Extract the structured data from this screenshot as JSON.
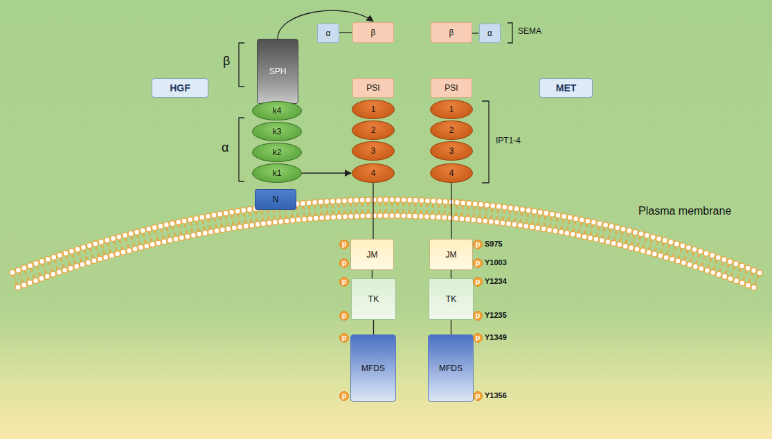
{
  "diagram": {
    "nodes": [
      {
        "text": [
          "SPH"
        ]
      },
      {
        "text": [
          "k4"
        ]
      },
      {
        "text": [
          "k3"
        ]
      },
      {
        "text": [
          "k2"
        ]
      },
      {
        "text": [
          "k1"
        ]
      },
      {
        "text": [
          "N"
        ]
      },
      {
        "text": [
          "HGF"
        ]
      },
      {
        "text": [
          "α"
        ]
      },
      {
        "text": [
          "β"
        ]
      },
      {
        "text": [
          "PSI"
        ]
      },
      {
        "text": [
          "1"
        ]
      },
      {
        "text": [
          "2"
        ]
      },
      {
        "text": [
          "3"
        ]
      },
      {
        "text": [
          "4"
        ]
      },
      {
        "text": [
          "JM"
        ]
      },
      {
        "text": [
          "TK"
        ]
      },
      {
        "text": [
          "MFDS"
        ]
      },
      {
        "text": [
          "β"
        ]
      },
      {
        "text": [
          "α"
        ]
      },
      {
        "text": [
          "PSI"
        ]
      },
      {
        "text": [
          "1"
        ]
      },
      {
        "text": [
          "2"
        ]
      },
      {
        "text": [
          "3"
        ]
      },
      {
        "text": [
          "4"
        ]
      },
      {
        "text": [
          "JM"
        ]
      },
      {
        "text": [
          "TK"
        ]
      },
      {
        "text": [
          "MFDS"
        ]
      },
      {
        "text": [
          "MET"
        ]
      },
      {
        "text": [
          "p"
        ]
      },
      {
        "text": [
          "p"
        ]
      },
      {
        "text": [
          "p"
        ]
      },
      {
        "text": [
          "p"
        ]
      },
      {
        "text": [
          "p"
        ]
      },
      {
        "text": [
          "p"
        ]
      },
      {
        "text": [
          "p"
        ]
      },
      {
        "text": [
          "p"
        ]
      },
      {
        "text": [
          "p"
        ]
      },
      {
        "text": [
          "p"
        ]
      },
      {
        "text": [
          "p"
        ]
      },
      {
        "text": [
          "p"
        ]
      }
    ],
    "edges": [
      {
        "from": 0,
        "to": 8,
        "arrow": "to"
      },
      {
        "from": 4,
        "to": 13,
        "arrow": "to"
      },
      {
        "from": 0,
        "to": 1,
        "arrow": "none"
      },
      {
        "from": 7,
        "to": 8,
        "arrow": "none"
      },
      {
        "from": 17,
        "to": 18,
        "arrow": "none"
      },
      {
        "from": 13,
        "to": 14,
        "arrow": "none"
      },
      {
        "from": 14,
        "to": 15,
        "arrow": "none"
      },
      {
        "from": 15,
        "to": 16,
        "arrow": "none"
      },
      {
        "from": 23,
        "to": 24,
        "arrow": "none"
      },
      {
        "from": 24,
        "to": 25,
        "arrow": "none"
      },
      {
        "from": 25,
        "to": 26,
        "arrow": "none"
      }
    ],
    "labels": [
      "β",
      "α",
      "SEMA",
      "IPT1-4",
      "Plasma membrane",
      "S975",
      "Y1003",
      "Y1234",
      "Y1235",
      "Y1349",
      "Y1356"
    ]
  }
}
